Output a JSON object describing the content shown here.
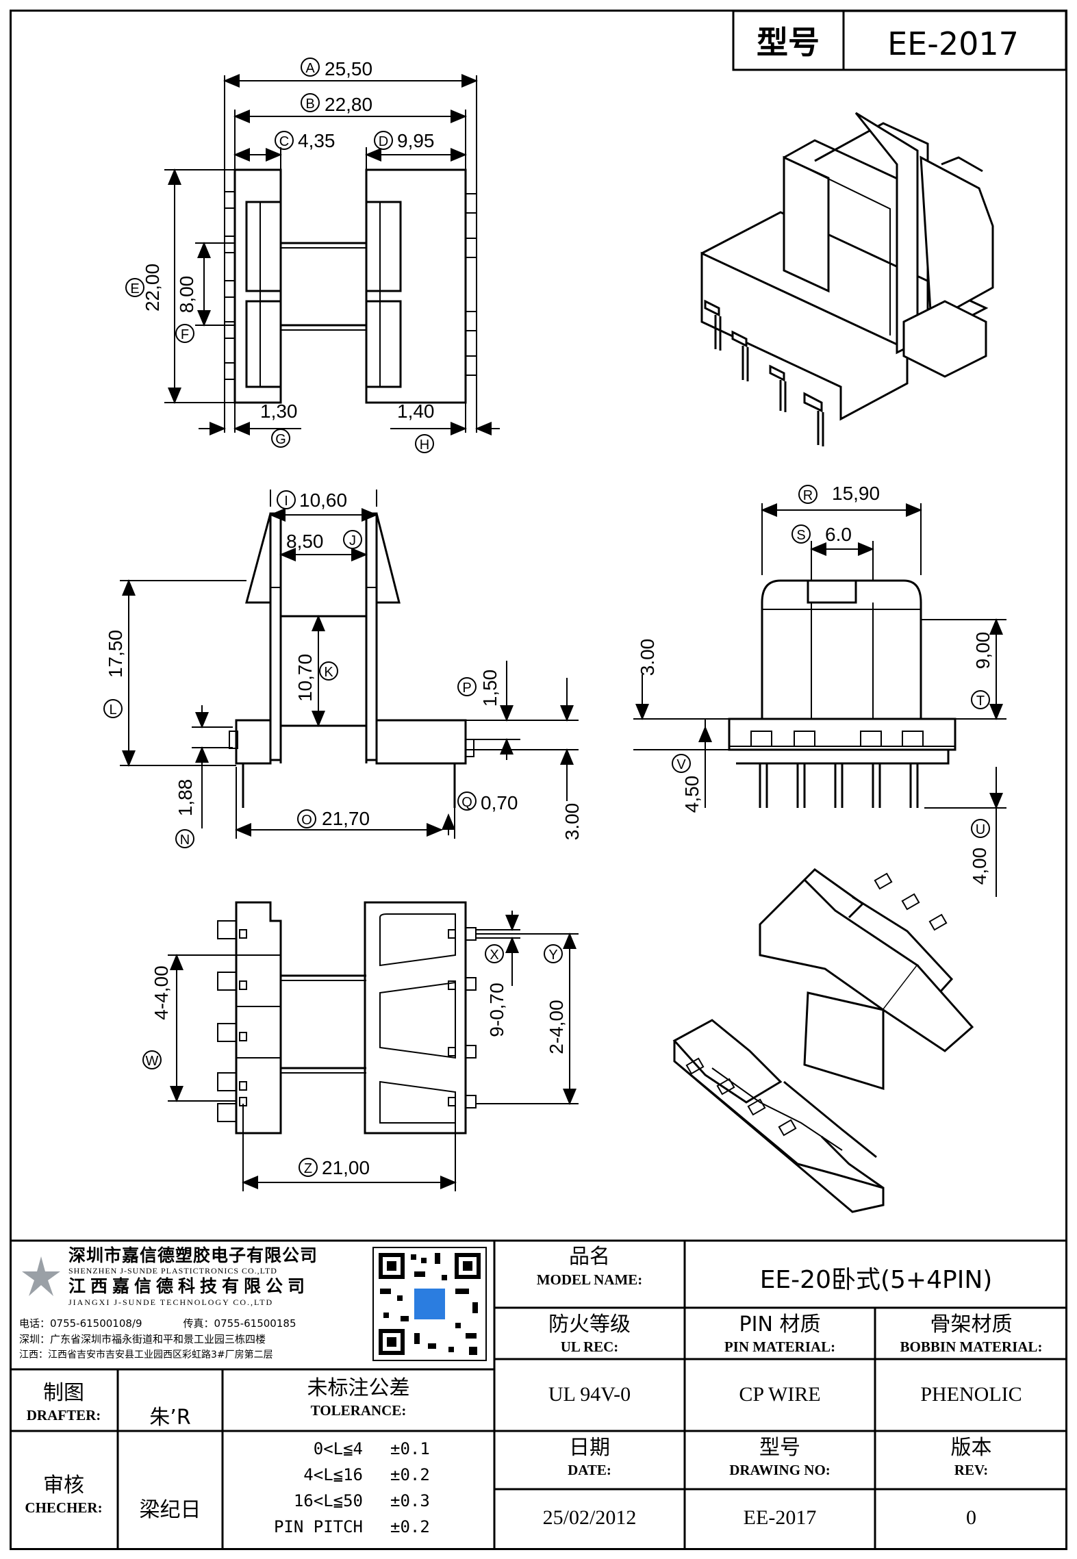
{
  "header": {
    "model_label": "型号",
    "model_value": "EE-2017"
  },
  "dimensions": {
    "A": {
      "letter": "A",
      "value": "25,50"
    },
    "B": {
      "letter": "B",
      "value": "22,80"
    },
    "C": {
      "letter": "C",
      "value": "4,35"
    },
    "D": {
      "letter": "D",
      "value": "9,95"
    },
    "E": {
      "letter": "E",
      "value": "22,00"
    },
    "F": {
      "letter": "F",
      "value": "8,00"
    },
    "G": {
      "letter": "G",
      "value": "1,30"
    },
    "H": {
      "letter": "H",
      "value": "1,40"
    },
    "I": {
      "letter": "I",
      "value": "10,60"
    },
    "J": {
      "letter": "J",
      "value": "8,50"
    },
    "K": {
      "letter": "K",
      "value": "10,70"
    },
    "L": {
      "letter": "L",
      "value": "17,50"
    },
    "N": {
      "letter": "N",
      "value": "1,88"
    },
    "O": {
      "letter": "O",
      "value": "21,70"
    },
    "P": {
      "letter": "P",
      "value": "1,50"
    },
    "Q": {
      "letter": "Q",
      "value": "0,70"
    },
    "R": {
      "letter": "R",
      "value": "15,90"
    },
    "S": {
      "letter": "S",
      "value": "6.0"
    },
    "T": {
      "letter": "T",
      "value": "9,00"
    },
    "U": {
      "letter": "U",
      "value": "4,00"
    },
    "V": {
      "letter": "V",
      "value": "4,50"
    },
    "W": {
      "letter": "W",
      "value": "4-4,00"
    },
    "X": {
      "letter": "X",
      "value": "9-0,70"
    },
    "Y": {
      "letter": "Y",
      "value": "2-4,00"
    },
    "Z": {
      "letter": "Z",
      "value": "21,00"
    },
    "side_a": "3.00",
    "side_b": "3.00"
  },
  "company": {
    "name_cn_1": "深圳市嘉信德塑胶电子有限公司",
    "name_en_1": "SHENZHEN J-SUNDE PLASTICTRONICS CO.,LTD",
    "name_cn_2": "江西嘉信德科技有限公司",
    "name_en_2": "JIANGXI J-SUNDE TECHNOLOGY CO.,LTD",
    "phone": "电话：0755-61500108/9",
    "fax": "传真：0755-61500185",
    "addr_sz": "深圳：广东省深圳市福永街道和平和景工业园三栋四楼",
    "addr_jx": "江西：江西省吉安市吉安县工业园西区彩虹路3#厂房第二层"
  },
  "titleblock": {
    "model_name_cn": "品名",
    "model_name_en": "MODEL NAME:",
    "model_name_value": "EE-20卧式(5+4PIN)",
    "ul_cn": "防火等级",
    "ul_en": "UL REC:",
    "pin_cn": "PIN 材质",
    "pin_en": "PIN MATERIAL:",
    "bobbin_cn": "骨架材质",
    "bobbin_en": "BOBBIN MATERIAL:",
    "ul_value": "UL 94V-0",
    "pin_value": "CP WIRE",
    "bobbin_value": "PHENOLIC",
    "drafter_cn": "制图",
    "drafter_en": "DRAFTER:",
    "drafter_name": "朱’R",
    "checker_cn": "审核",
    "checker_en": "CHECHER:",
    "checker_name": "梁纪日",
    "tolerance_cn": "未标注公差",
    "tolerance_en": "TOLERANCE:",
    "tolerances": [
      {
        "range": "0<L≦4",
        "value": "±0.1"
      },
      {
        "range": "4<L≦16",
        "value": "±0.2"
      },
      {
        "range": "16<L≦50",
        "value": "±0.3"
      },
      {
        "range": "PIN PITCH",
        "value": "±0.2"
      }
    ],
    "date_cn": "日期",
    "date_en": "DATE:",
    "drawing_cn": "型号",
    "drawing_en": "DRAWING NO:",
    "rev_cn": "版本",
    "rev_en": "REV:",
    "date_value": "25/02/2012",
    "drawing_value": "EE-2017",
    "rev_value": "0"
  }
}
